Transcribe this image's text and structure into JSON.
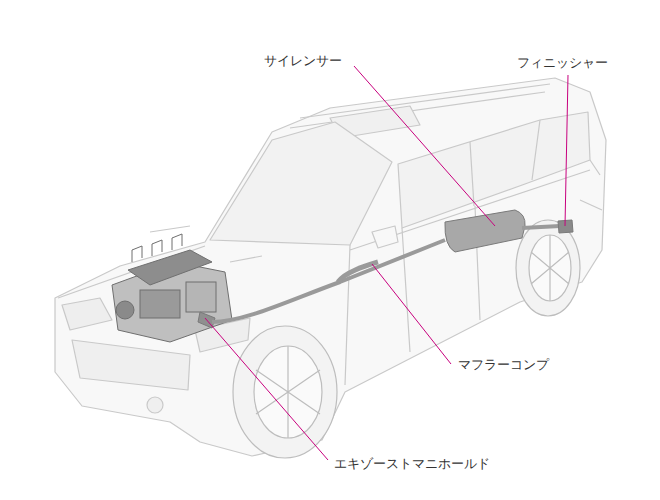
{
  "diagram": {
    "labels": [
      "サイレンサー",
      "フィニッシャー",
      "マフラーコンプ",
      "エキゾーストマニホールド"
    ]
  }
}
